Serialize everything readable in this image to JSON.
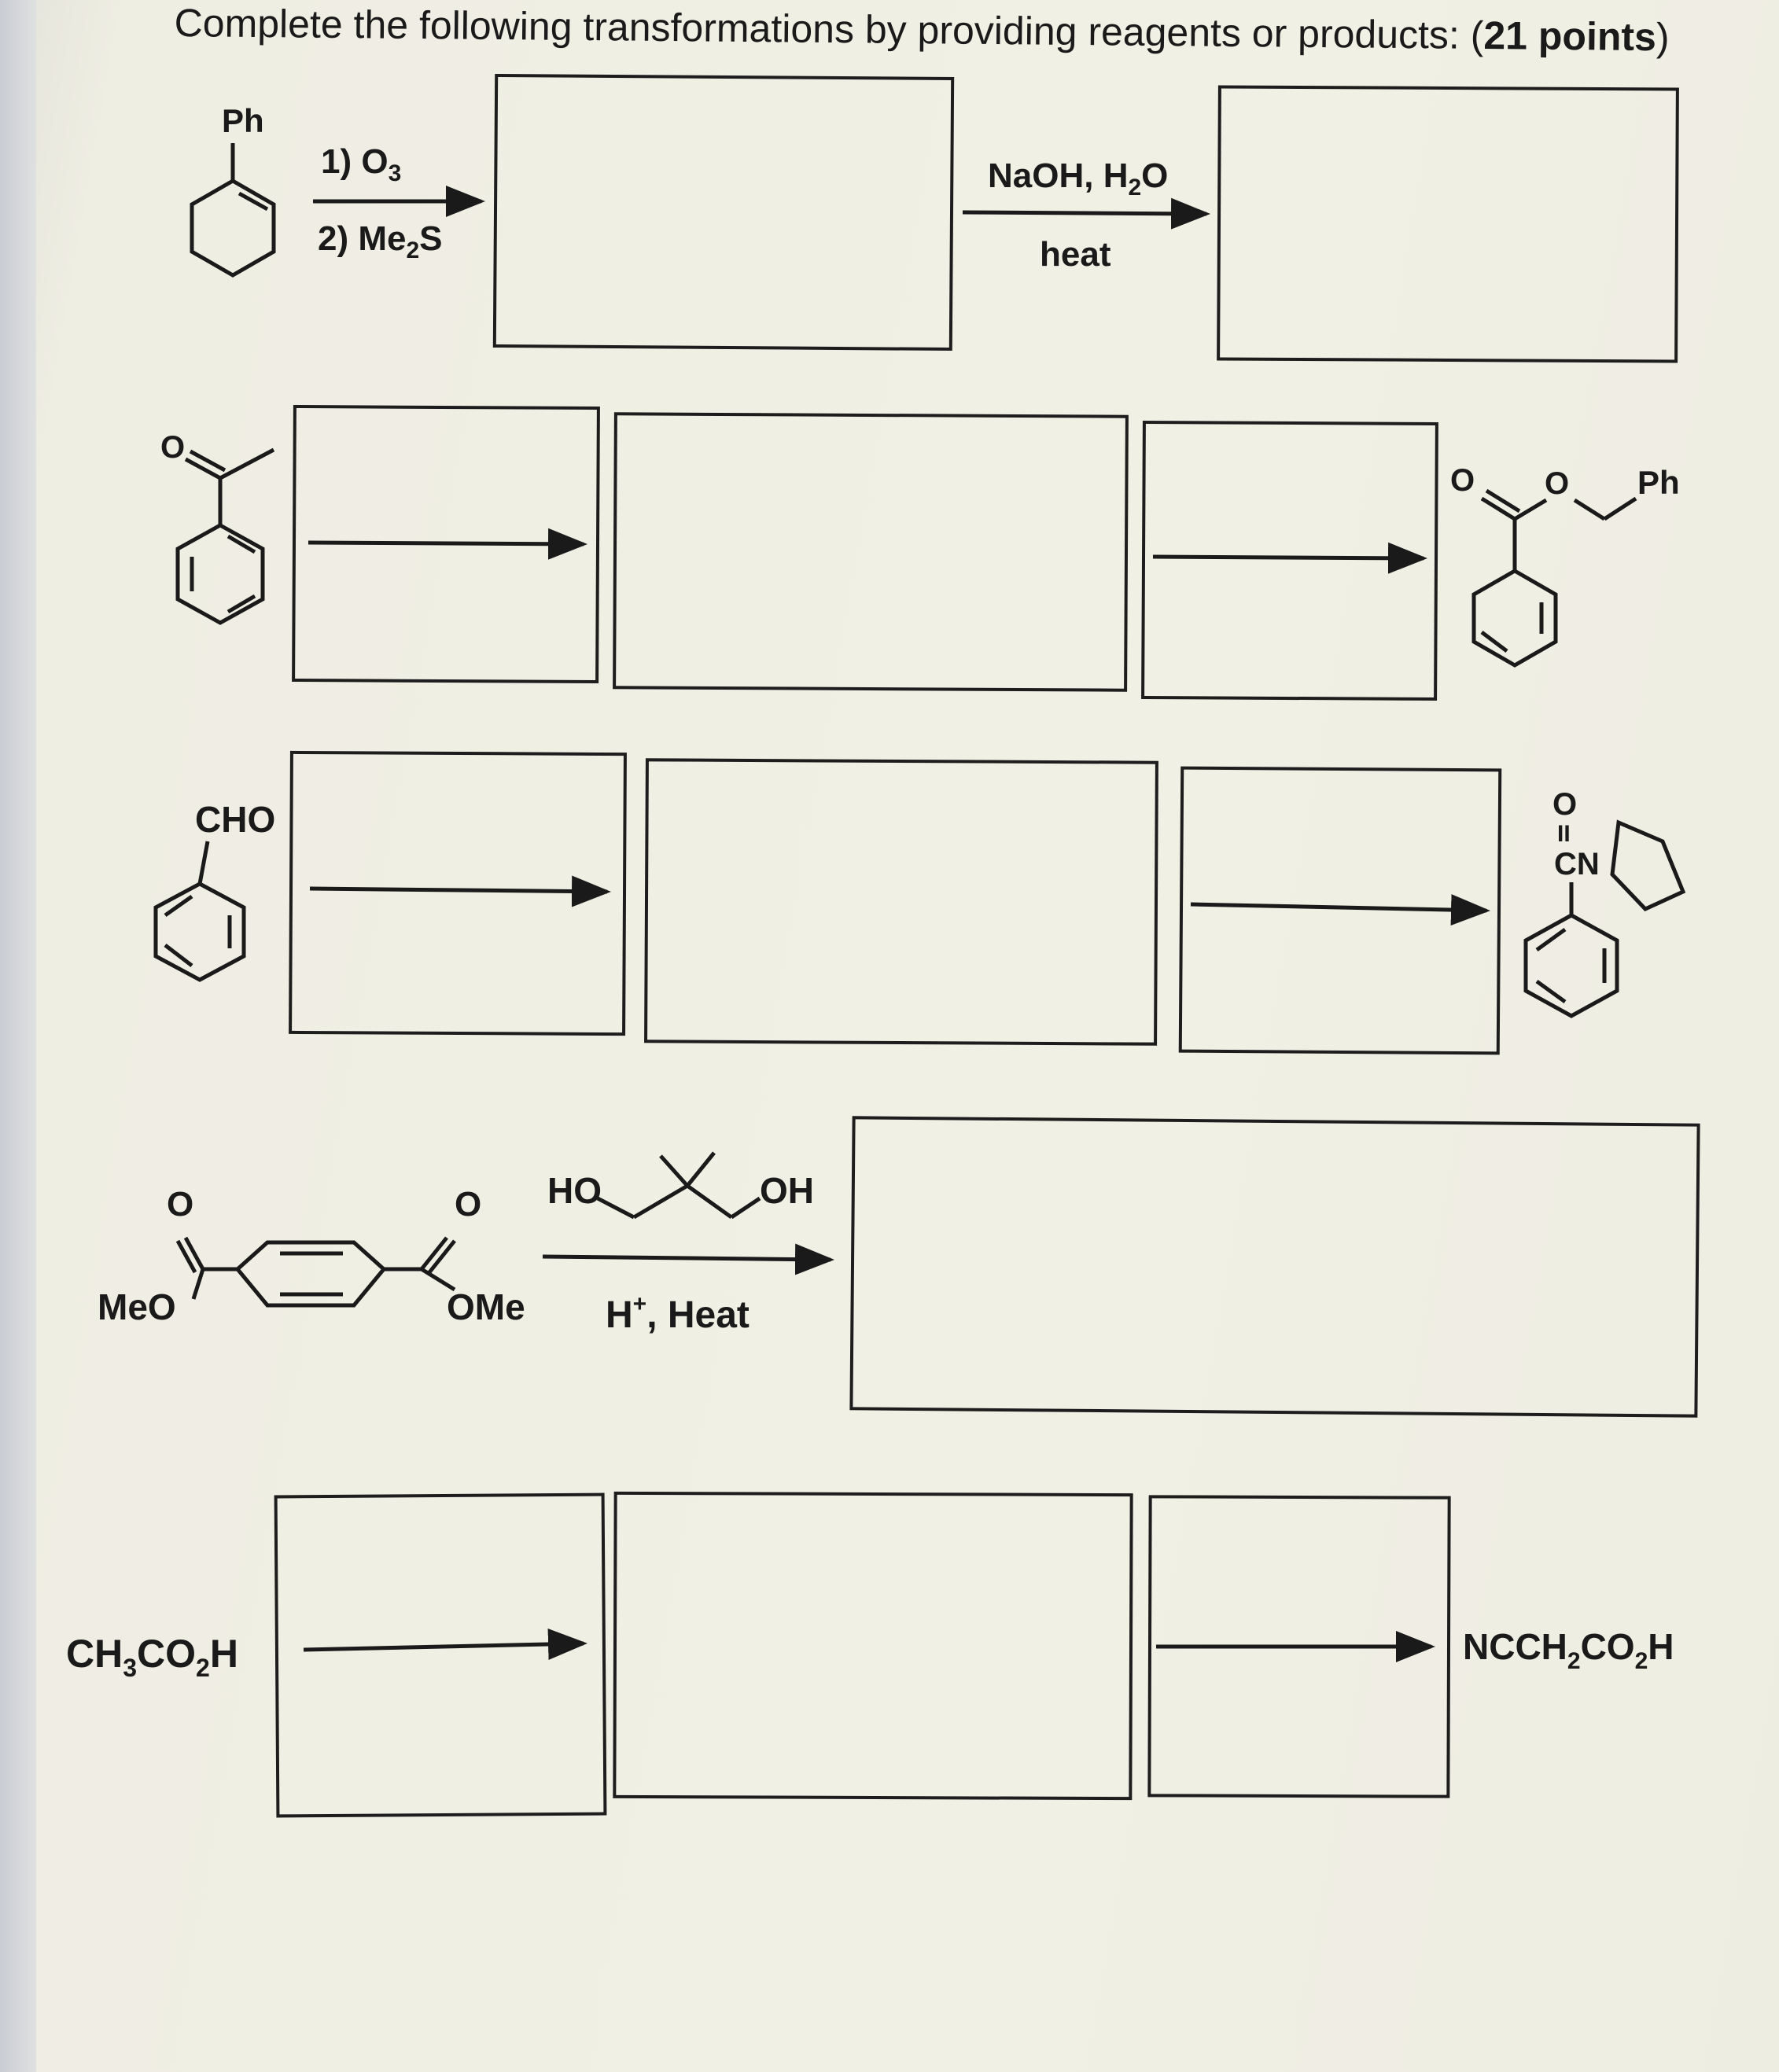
{
  "header": {
    "prompt": "Complete the following transformations by providing reagents or products:",
    "points": "(21 points)",
    "points_open": "(",
    "points_value": "21 points",
    "points_close": ")"
  },
  "problem1": {
    "start_substituent": "Ph",
    "reagent_step1": "1) O",
    "reagent_step1_sub": "3",
    "reagent_step2": "2) Me",
    "reagent_step2_sub": "2",
    "reagent_step2_tail": "S",
    "conditions_top": "NaOH, H",
    "conditions_top_sub": "2",
    "conditions_top_tail": "O",
    "conditions_bottom": "heat"
  },
  "problem2": {
    "start_label": "O",
    "product_atoms": [
      "O",
      "O",
      "Ph"
    ]
  },
  "problem3": {
    "start_substituent": "CHO",
    "product_carbonyl_o": "O",
    "product_double_bond": "II",
    "product_amide": "CN"
  },
  "problem4": {
    "left_o": "O",
    "right_o": "O",
    "left_group": "MeO",
    "right_group": "OMe",
    "diol_left": "HO",
    "diol_right": "OH",
    "conditions": "H",
    "conditions_sup": "+",
    "conditions_tail": ", Heat"
  },
  "problem5": {
    "start_parts": [
      "CH",
      "3",
      "CO",
      "2",
      "H"
    ],
    "product_parts": [
      "NCCH",
      "2",
      "CO",
      "2",
      "H"
    ]
  }
}
